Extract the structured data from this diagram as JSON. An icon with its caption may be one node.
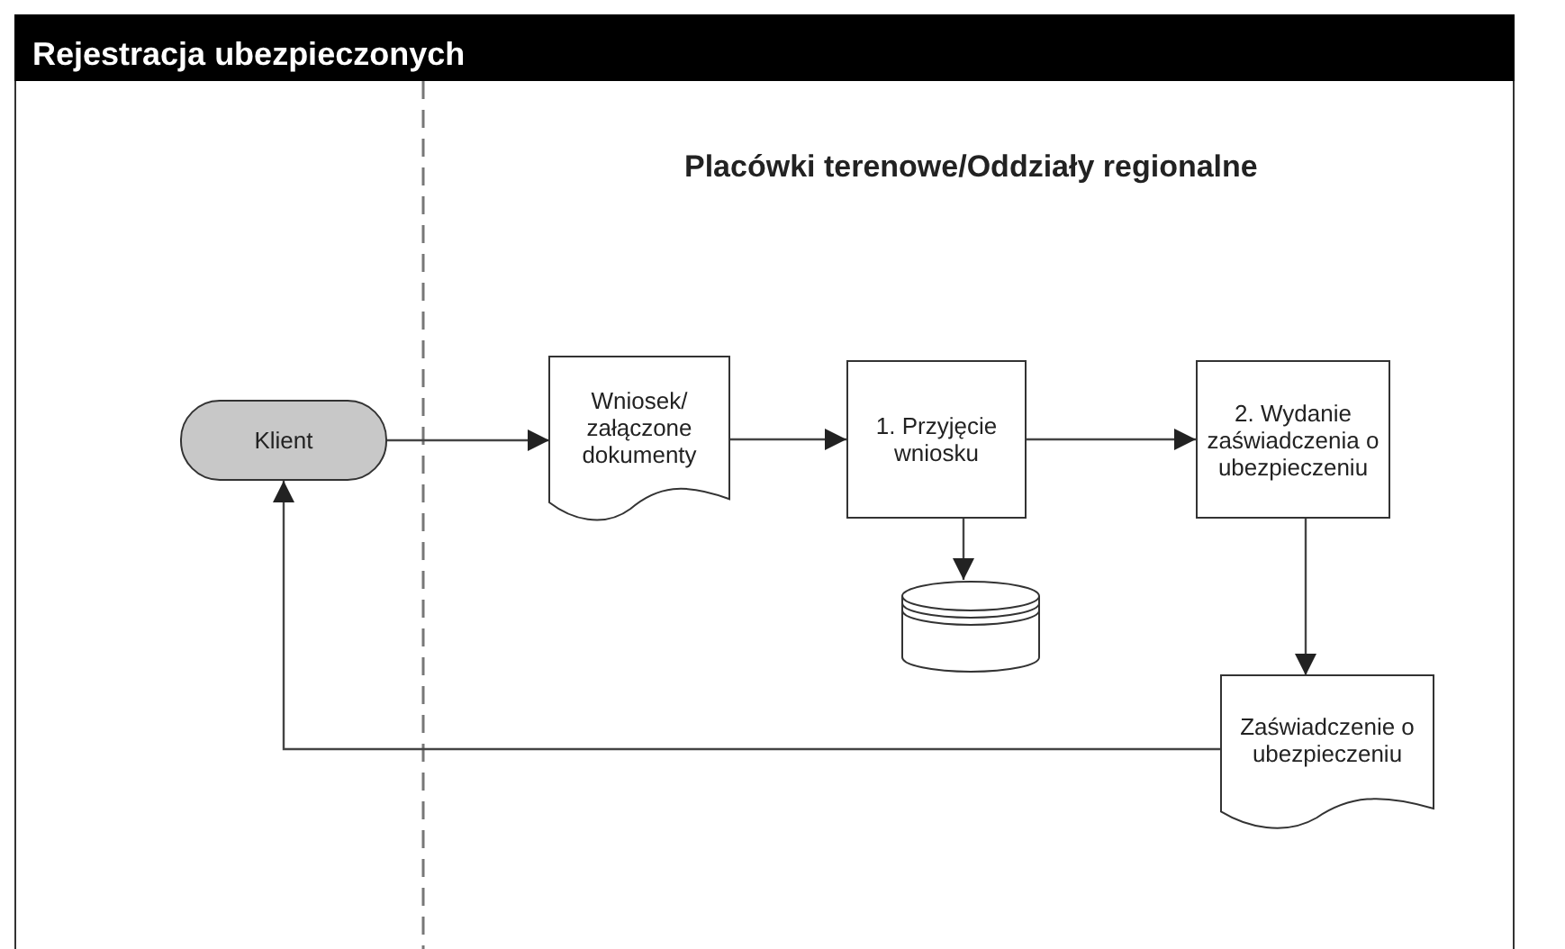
{
  "diagram": {
    "title": "Rejestracja ubezpieczonych",
    "nodes": [
      {
        "text": [
          "Klient"
        ]
      },
      {
        "text": [
          "Wniosek/ załączone dokumenty"
        ]
      },
      {
        "text": [
          "1. Przyjęcie wniosku"
        ]
      },
      {
        "text": [
          "2. Wydanie zaświadczenia o ubezpieczeniu"
        ]
      },
      {
        "text": [],
        "shape": "cylinder"
      },
      {
        "text": [
          "Zaświadczenie o ubezpieczeniu"
        ]
      }
    ],
    "edges": [
      {
        "from": 0,
        "to": 1,
        "arrow": "to"
      },
      {
        "from": 1,
        "to": 2,
        "arrow": "to"
      },
      {
        "from": 2,
        "to": 3,
        "arrow": "to"
      },
      {
        "from": 2,
        "to": 4,
        "arrow": "to"
      },
      {
        "from": 3,
        "to": 5,
        "arrow": "to"
      },
      {
        "from": 5,
        "to": 0,
        "arrow": "to"
      }
    ],
    "labels": [
      "Placówki terenowe/Oddziały regionalne"
    ]
  }
}
